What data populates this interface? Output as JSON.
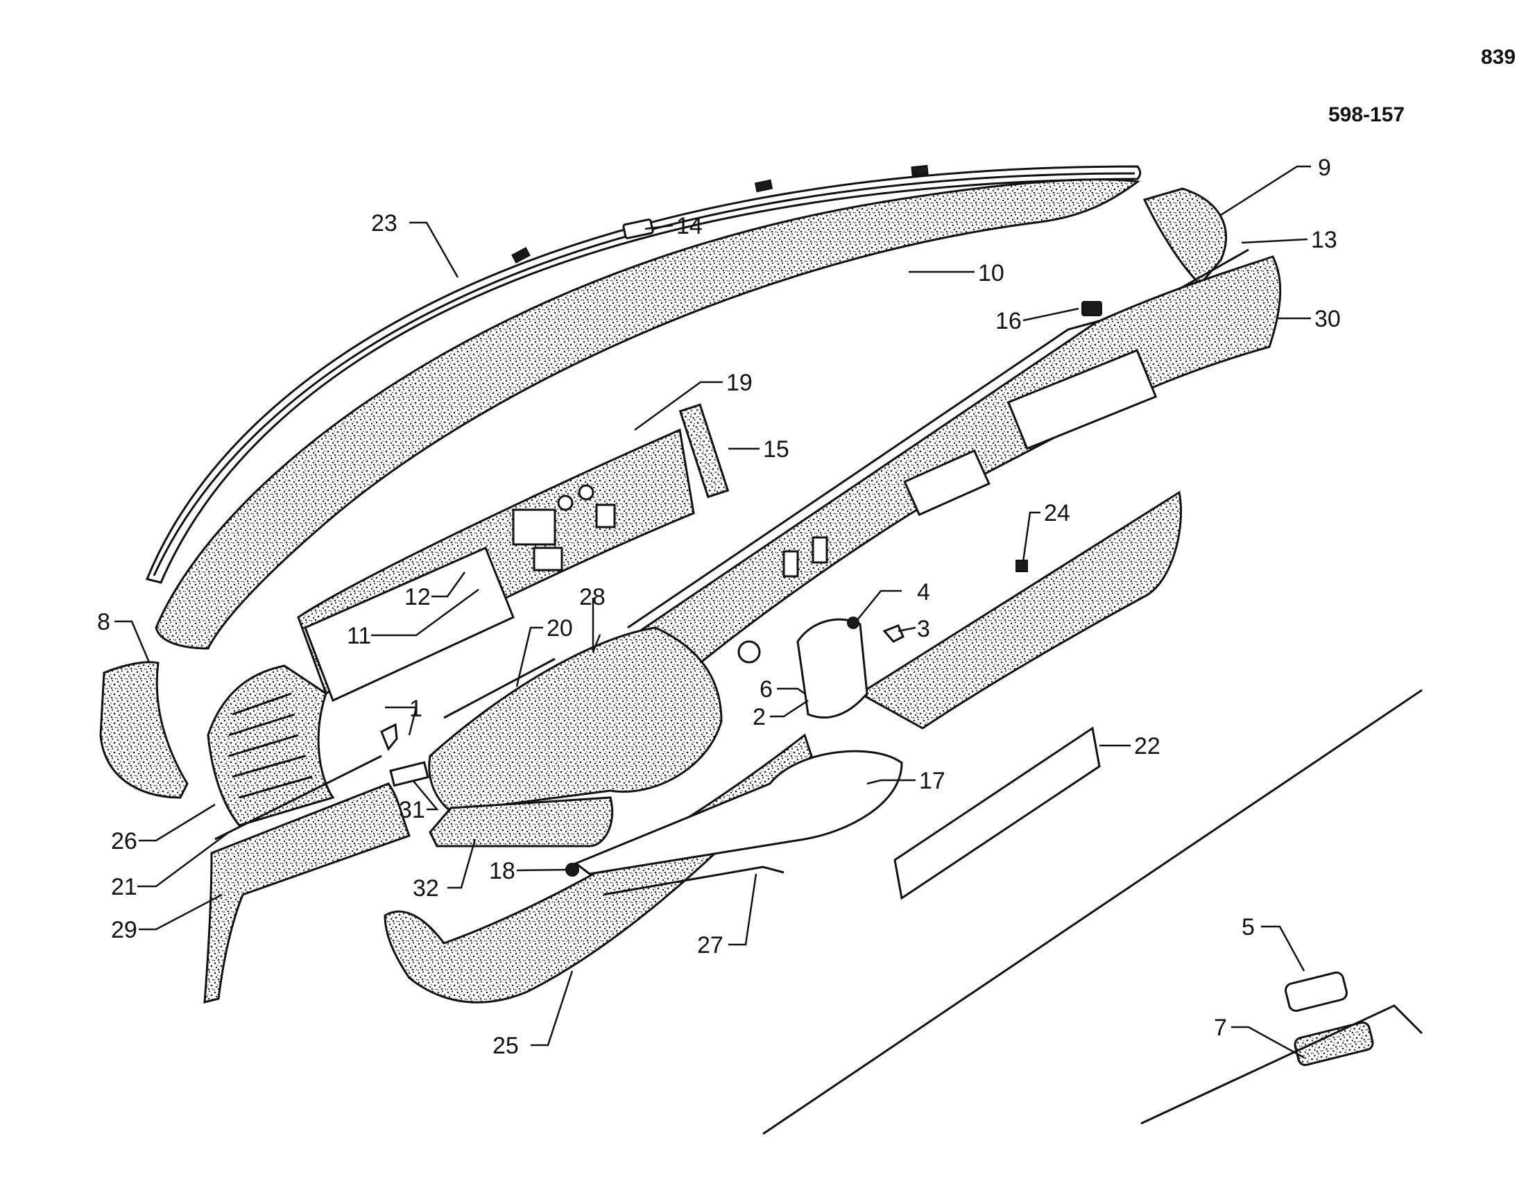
{
  "sheet": {
    "page_number": "839",
    "drawing_number": "598-157"
  },
  "callouts": [
    {
      "id": "c1",
      "label": "1"
    },
    {
      "id": "c2",
      "label": "2"
    },
    {
      "id": "c3",
      "label": "3"
    },
    {
      "id": "c4",
      "label": "4"
    },
    {
      "id": "c5",
      "label": "5"
    },
    {
      "id": "c6",
      "label": "6"
    },
    {
      "id": "c7",
      "label": "7"
    },
    {
      "id": "c8",
      "label": "8"
    },
    {
      "id": "c9",
      "label": "9"
    },
    {
      "id": "c10",
      "label": "10"
    },
    {
      "id": "c11",
      "label": "11"
    },
    {
      "id": "c12",
      "label": "12"
    },
    {
      "id": "c13",
      "label": "13"
    },
    {
      "id": "c14",
      "label": "14"
    },
    {
      "id": "c15",
      "label": "15"
    },
    {
      "id": "c16",
      "label": "16"
    },
    {
      "id": "c17",
      "label": "17"
    },
    {
      "id": "c18",
      "label": "18"
    },
    {
      "id": "c19",
      "label": "19"
    },
    {
      "id": "c20",
      "label": "20"
    },
    {
      "id": "c21",
      "label": "21"
    },
    {
      "id": "c22",
      "label": "22"
    },
    {
      "id": "c23",
      "label": "23"
    },
    {
      "id": "c24",
      "label": "24"
    },
    {
      "id": "c25",
      "label": "25"
    },
    {
      "id": "c26",
      "label": "26"
    },
    {
      "id": "c27",
      "label": "27"
    },
    {
      "id": "c28",
      "label": "28"
    },
    {
      "id": "c29",
      "label": "29"
    },
    {
      "id": "c30",
      "label": "30"
    },
    {
      "id": "c31",
      "label": "31"
    },
    {
      "id": "c32",
      "label": "32"
    }
  ]
}
